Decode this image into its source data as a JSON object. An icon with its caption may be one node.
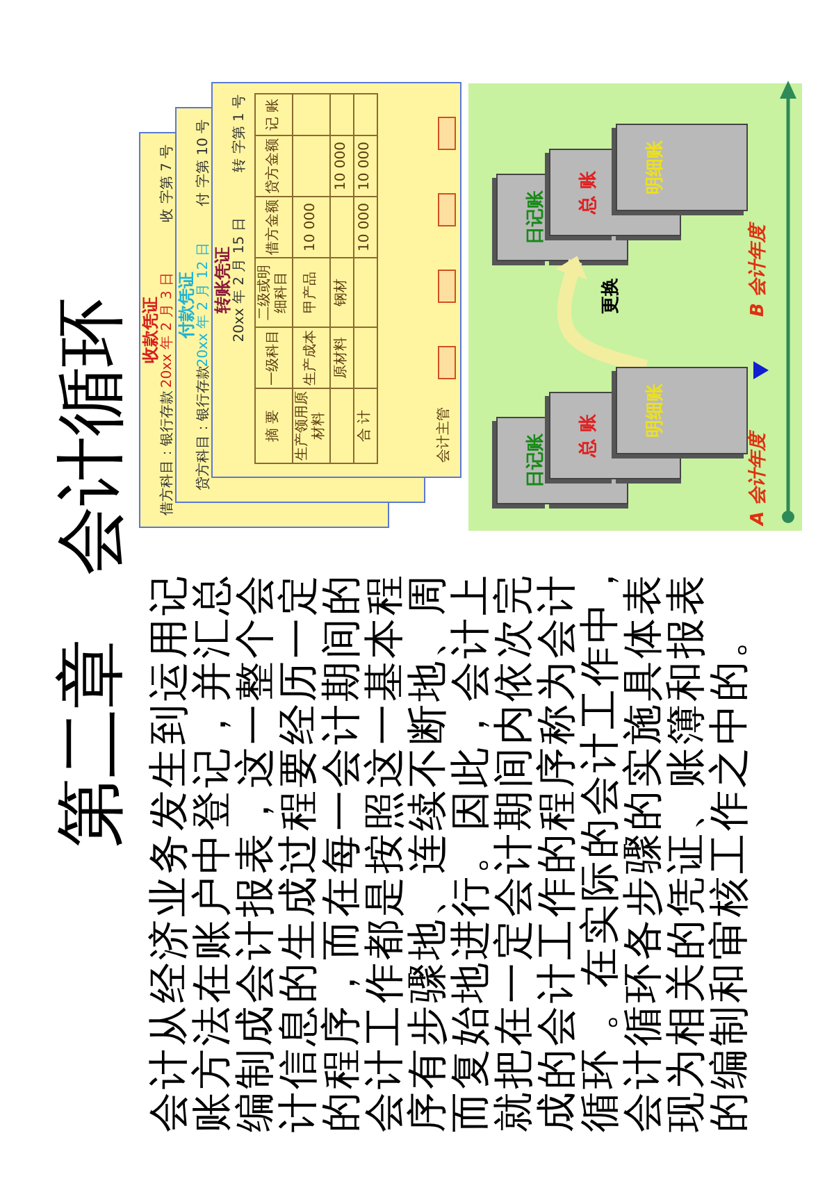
{
  "diagram": {
    "title": "第二章 会计循环",
    "nodes": [
      {
        "text": [
          "收款凭证",
          "20xx 年 2 月 3 日",
          "收 字第 7 号",
          "借方科目：银行存款"
        ]
      },
      {
        "text": [
          "付款凭证",
          "20xx 年 2 月 12 日",
          "付 字第 10 号",
          "贷方科目：银行存款"
        ]
      },
      {
        "text": [
          "转账凭证",
          "20xx 年 2 月 15 日",
          "转 字第 1 号"
        ]
      },
      {
        "text": [
          "日记账"
        ]
      },
      {
        "text": [
          "总 账"
        ]
      },
      {
        "text": [
          "明细账"
        ]
      },
      {
        "text": [
          "日记账"
        ]
      },
      {
        "text": [
          "总 账"
        ]
      },
      {
        "text": [
          "明细账"
        ]
      }
    ],
    "edges": [
      {
        "from": 5,
        "to": 6,
        "arrow": "to",
        "label": "更换"
      }
    ],
    "labels": [
      "会计从经济业务发生到运用记账方法在账户中登记，并汇总编制成会计报表，这一整个会计信息的生成过程要经历一定的程序，而在每一会计期间的会计工作都是按照这一基本程序有步骤地、连续不断地、周而复始地进行。因此，会计上就把在一定会计期间内依次完成的会计工作的程序称为会计循环 。在实际的会计工作中，会计循环各步骤的实施具体表现为相关的凭证、账簿和报表的编制和审核工作之中的。",
      "摘 要",
      "一级科目",
      "二级或明细科目",
      "借方金额",
      "贷方金额",
      "记 账",
      "生产领用原材料",
      "生产成本",
      "甲产品",
      "10 000",
      "原材料",
      "钢材",
      "10 000",
      "合 计",
      "10 000",
      "10 000",
      "会计主管",
      "A 会计年度",
      "B 会计年度"
    ]
  }
}
